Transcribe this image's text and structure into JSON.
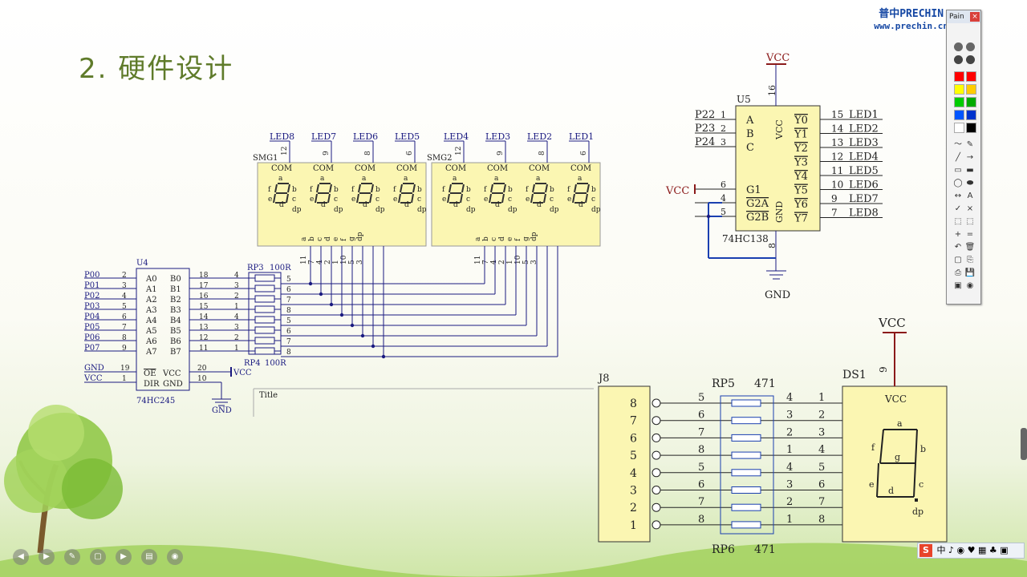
{
  "slide": {
    "title": "2. 硬件设计"
  },
  "watermark": {
    "line1": "普中PRECHIN",
    "line2": "www.prechin.cn"
  },
  "paint_toolbar": {
    "title": "Pain",
    "close": "×",
    "colors": [
      "#ff0000",
      "#ff0000",
      "#ffff00",
      "#ffcc00",
      "#00cc00",
      "#00aa00",
      "#0055ff",
      "#0033cc",
      "#ffffff",
      "#000000"
    ],
    "tools": [
      "〜",
      "✎",
      "╱",
      "→",
      "▭",
      "▬",
      "◯",
      "⬬",
      "↔",
      "A",
      "✓",
      "×",
      "⬚",
      "⬚",
      "+",
      "=",
      "↶",
      "🗑",
      "▢",
      "⎘",
      "⎙",
      "💾",
      "▣",
      "◉"
    ]
  },
  "schematic": {
    "led_labels": [
      "LED8",
      "LED7",
      "LED6",
      "LED5",
      "LED4",
      "LED3",
      "LED2",
      "LED1"
    ],
    "led_pins": [
      "12",
      "9",
      "8",
      "6",
      "12",
      "9",
      "8",
      "6"
    ],
    "smg": [
      "SMG1",
      "SMG2"
    ],
    "com": "COM",
    "seg_letters": [
      "a",
      "b",
      "c",
      "d",
      "e",
      "f",
      "g",
      "dp"
    ],
    "seg_pins": [
      "11",
      "7",
      "4",
      "2",
      "1",
      "10",
      "5",
      "3"
    ],
    "u4": {
      "ref": "U4",
      "part": "74HC245",
      "a": [
        "A0",
        "A1",
        "A2",
        "A3",
        "A4",
        "A5",
        "A6",
        "A7"
      ],
      "b": [
        "B0",
        "B1",
        "B2",
        "B3",
        "B4",
        "B5",
        "B6",
        "B7"
      ],
      "nets": [
        "P00",
        "P01",
        "P02",
        "P03",
        "P04",
        "P05",
        "P06",
        "P07"
      ],
      "lpins": [
        "2",
        "3",
        "4",
        "5",
        "6",
        "7",
        "8",
        "9"
      ],
      "rpins": [
        "18",
        "17",
        "16",
        "15",
        "14",
        "13",
        "12",
        "11"
      ],
      "oe": "OE",
      "dir": "DIR",
      "vcc": "VCC",
      "gnd": "GND",
      "oe_pin": "19",
      "dir_pin": "1",
      "vcc_pin": "20",
      "gnd_pin": "10",
      "net_gnd": "GND",
      "net_vcc": "VCC"
    },
    "rp3": {
      "ref": "RP3",
      "val": "100R",
      "pins": [
        "4",
        "3",
        "2",
        "1",
        "4",
        "3",
        "2",
        "1"
      ],
      "opins": [
        "5",
        "6",
        "7",
        "8",
        "5",
        "6",
        "7",
        "8"
      ]
    },
    "rp4": {
      "ref": "RP4",
      "val": "100R"
    },
    "vcc_label": "VCC",
    "gnd_label": "GND",
    "title_box": "Title",
    "u5": {
      "ref": "U5",
      "part": "74HC138",
      "inputs": [
        "A",
        "B",
        "C"
      ],
      "nets": [
        "P22",
        "P23",
        "P24"
      ],
      "in_pins": [
        "1",
        "2",
        "3"
      ],
      "g": [
        "G1",
        "G2A",
        "G2B"
      ],
      "g_pins": [
        "6",
        "4",
        "5"
      ],
      "outputs": [
        "Y0",
        "Y1",
        "Y2",
        "Y3",
        "Y4",
        "Y5",
        "Y6",
        "Y7"
      ],
      "out_pins": [
        "15",
        "14",
        "13",
        "12",
        "11",
        "10",
        "9",
        "7"
      ],
      "out_nets": [
        "LED1",
        "LED2",
        "LED3",
        "LED4",
        "LED5",
        "LED6",
        "LED7",
        "LED8"
      ],
      "vcc": "VCC",
      "gnd": "GND",
      "vcc_pin": "16",
      "gnd_pin": "8"
    },
    "j8": {
      "ref": "J8",
      "pins": [
        "8",
        "7",
        "6",
        "5",
        "4",
        "3",
        "2",
        "1"
      ]
    },
    "rp5": {
      "ref": "RP5",
      "val": "471"
    },
    "rp6": {
      "ref": "RP6",
      "val": "471"
    },
    "rp56_left": [
      "5",
      "6",
      "7",
      "8",
      "5",
      "6",
      "7",
      "8"
    ],
    "rp56_right": [
      "4",
      "3",
      "2",
      "1",
      "4",
      "3",
      "2",
      "1"
    ],
    "ds1": {
      "ref": "DS1",
      "vcc": "VCC",
      "vcc_pin": "9",
      "pins": [
        "1",
        "2",
        "3",
        "4",
        "5",
        "6",
        "7",
        "8"
      ],
      "segs": [
        "a",
        "b",
        "c",
        "d",
        "e",
        "f",
        "g",
        "dp"
      ],
      "inner": {
        "a": "a",
        "b": "b",
        "c": "c",
        "d": "d",
        "e": "e",
        "f": "f",
        "g": "g",
        "dp": "dp"
      }
    }
  },
  "ime": {
    "logo": "S",
    "text": "中 ♪ ◉ ♥ ▦ ♣ ▣"
  },
  "player": {
    "buttons": [
      "◀",
      "▶",
      "✎",
      "▢",
      "▶",
      "▤",
      "◉"
    ]
  }
}
